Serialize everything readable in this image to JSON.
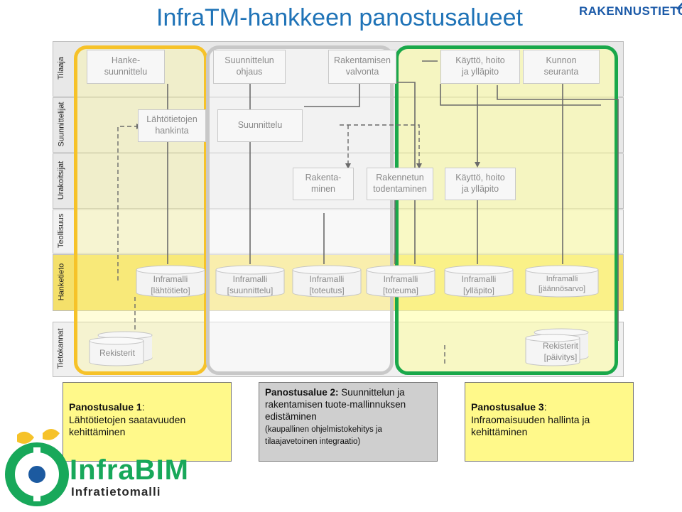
{
  "title": "InfraTM-hankkeen panostusalueet",
  "publisher_logo": "RAKENNUSTIETO",
  "lanes": [
    "Tilaaja",
    "Suunnittelijat",
    "Urakoitsijat",
    "Teollisuus",
    "Hanketieto",
    "Tietokannat"
  ],
  "process_boxes": {
    "hankesuunnittelu": "Hanke-\nsuunnittelu",
    "suunnittelun_ohjaus": "Suunnittelun\nohjaus",
    "rakentamisen_valvonta": "Rakentamisen\nvalvonta",
    "kaytto_tilaaja": "Käyttö, hoito\nja ylläpito",
    "kunnon_seuranta": "Kunnon\nseuranta",
    "lahtotietojen_hankinta": "Lähtötietojen\nhankinta",
    "suunnittelu": "Suunnittelu",
    "rakentaminen": "Rakenta-\nminen",
    "rakennetun_todentaminen": "Rakennetun\ntodentaminen",
    "kaytto_urakoitsija": "Käyttö, hoito\nja ylläpito"
  },
  "inframalli": [
    "Inframalli\n[lähtötieto]",
    "Inframalli\n[suunnittelu]",
    "Inframalli\n[toteutus]",
    "Inframalli\n[toteuma]",
    "Inframalli\n[ylläpito]",
    "Inframalli\n[jäännösarvo]"
  ],
  "rekisterit_left": "Rekisterit",
  "rekisterit_right": "Rekisterit\n[päivitys]",
  "callouts": {
    "c1_head": "Panostusalue 1",
    "c1_body": "Lähtötietojen saatavuuden kehittäminen",
    "c2_head": "Panostusalue 2:",
    "c2_body": "Suunnittelun ja rakentamisen tuote-mallinnuksen edistäminen",
    "c2_small": "(kaupallinen ohjelmistokehitys ja tilaajavetoinen integraatio)",
    "c3_head": "Panostusalue 3",
    "c3_body": "Infraomaisuuden hallinta ja kehittäminen"
  },
  "brand": {
    "name": "InfraBIM",
    "tagline": "Infratietomalli"
  },
  "colors": {
    "title_blue": "#1f73b7",
    "zone1_yellow": "#f6c229",
    "zone2_grey": "#c8c8c8",
    "zone3_green": "#1aa84a",
    "brand_green": "#18a85a"
  }
}
